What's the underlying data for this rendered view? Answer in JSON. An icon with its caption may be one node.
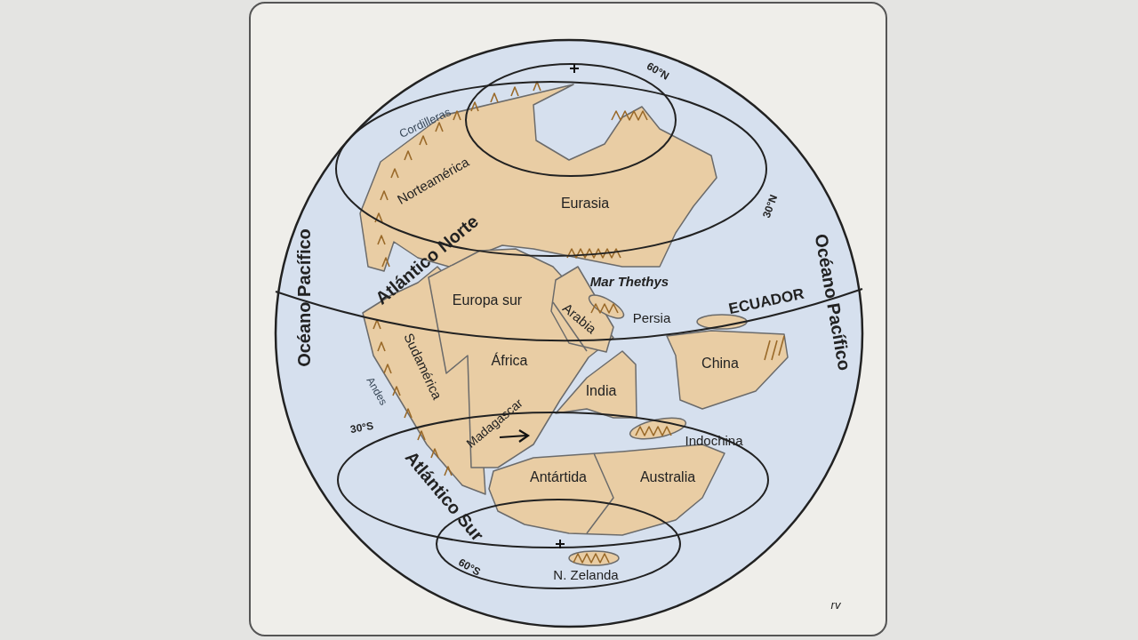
{
  "diagram": {
    "labels": [
      "60°N",
      "Cordilleras",
      "Norteamérica",
      "Eurasia",
      "30°N",
      "Océano Pacífico",
      "Atlántico Norte",
      "Océano Pacífico",
      "Mar Thethys",
      "Europa sur",
      "Arabia",
      "Persia",
      "ECUADOR",
      "África",
      "Sudamérica",
      "Andes",
      "China",
      "India",
      "Madagascar",
      "30°S",
      "Indochina",
      "Atlántico Sur",
      "Antártida",
      "Australia",
      "60°S",
      "N. Zelanda",
      "rv"
    ]
  }
}
